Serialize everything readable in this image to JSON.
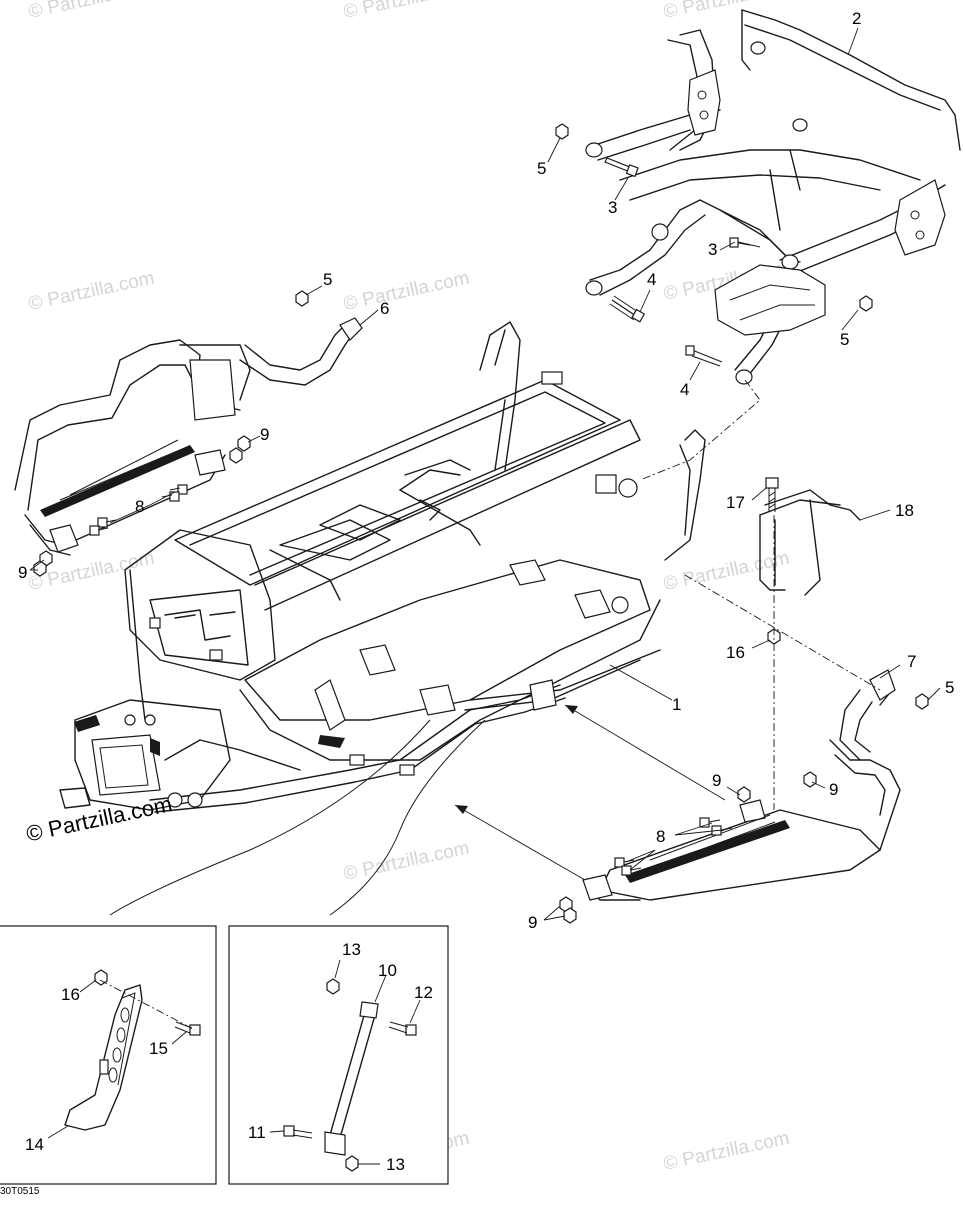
{
  "copyright": "© Partzilla.com",
  "watermark": "© Partzilla.com",
  "drawing_ref": "30T0515",
  "callouts": {
    "c1": "1",
    "c2": "2",
    "c3a": "3",
    "c3b": "3",
    "c4a": "4",
    "c4b": "4",
    "c5a": "5",
    "c5b": "5",
    "c5c": "5",
    "c5d": "5",
    "c6": "6",
    "c7": "7",
    "c8a": "8",
    "c8b": "8",
    "c9a": "9",
    "c9b": "9",
    "c9c": "9",
    "c9d": "9",
    "c10": "10",
    "c11": "11",
    "c12": "12",
    "c13a": "13",
    "c13b": "13",
    "c14": "14",
    "c15": "15",
    "c16a": "16",
    "c16b": "16",
    "c17": "17",
    "c18": "18"
  }
}
